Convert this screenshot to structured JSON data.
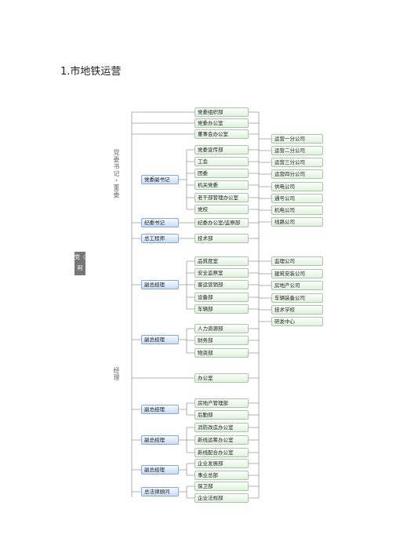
{
  "page_title": "1.市地铁运营",
  "side_tag": "党〈\n阿",
  "left_labels": {
    "party": "党委书记・董委",
    "manager": "经理"
  },
  "col1": [
    {
      "id": "deputy_secretary",
      "label": "党委副书记"
    },
    {
      "id": "discipline_secretary",
      "label": "纪委书记"
    },
    {
      "id": "chief_engineer",
      "label": "总工程师"
    },
    {
      "id": "vgm1",
      "label": "副总经理"
    },
    {
      "id": "vgm2",
      "label": "副总经理"
    },
    {
      "id": "vgm3",
      "label": "副总经理"
    },
    {
      "id": "vgm4",
      "label": "副总经理"
    },
    {
      "id": "vgm5",
      "label": "副总经理"
    },
    {
      "id": "legal",
      "label": "总法律顾问"
    }
  ],
  "col2": [
    "党委组织部",
    "党委办公室",
    "董事会办公室",
    "党委宣传部",
    "工会",
    "团委",
    "机关党委",
    "老干部管理办公室",
    "党校",
    "纪委办公室/监察部",
    "技术部",
    "品質度室",
    "安全监察室",
    "客运营销部",
    "设备部",
    "车辆部",
    "人力资源部",
    "财务部",
    "物资部",
    "办公室",
    "房地产管理部",
    "后勤部",
    "消防改造办公室",
    "新线运筹办公室",
    "新线配合办公室",
    "企业发展部",
    "事业总部",
    "保卫部",
    "企业法规部"
  ],
  "col3_top": [
    "运营一分公司",
    "运营二分公司",
    "运营三分公司",
    "运营四分公司",
    "供电公司",
    "通号公司",
    "机电公司",
    "线路公司"
  ],
  "col3_bottom": [
    "监理公司",
    "建筑安装公司",
    "房地产公司",
    "车辆装备公司",
    "技术学校",
    "研发中心"
  ]
}
